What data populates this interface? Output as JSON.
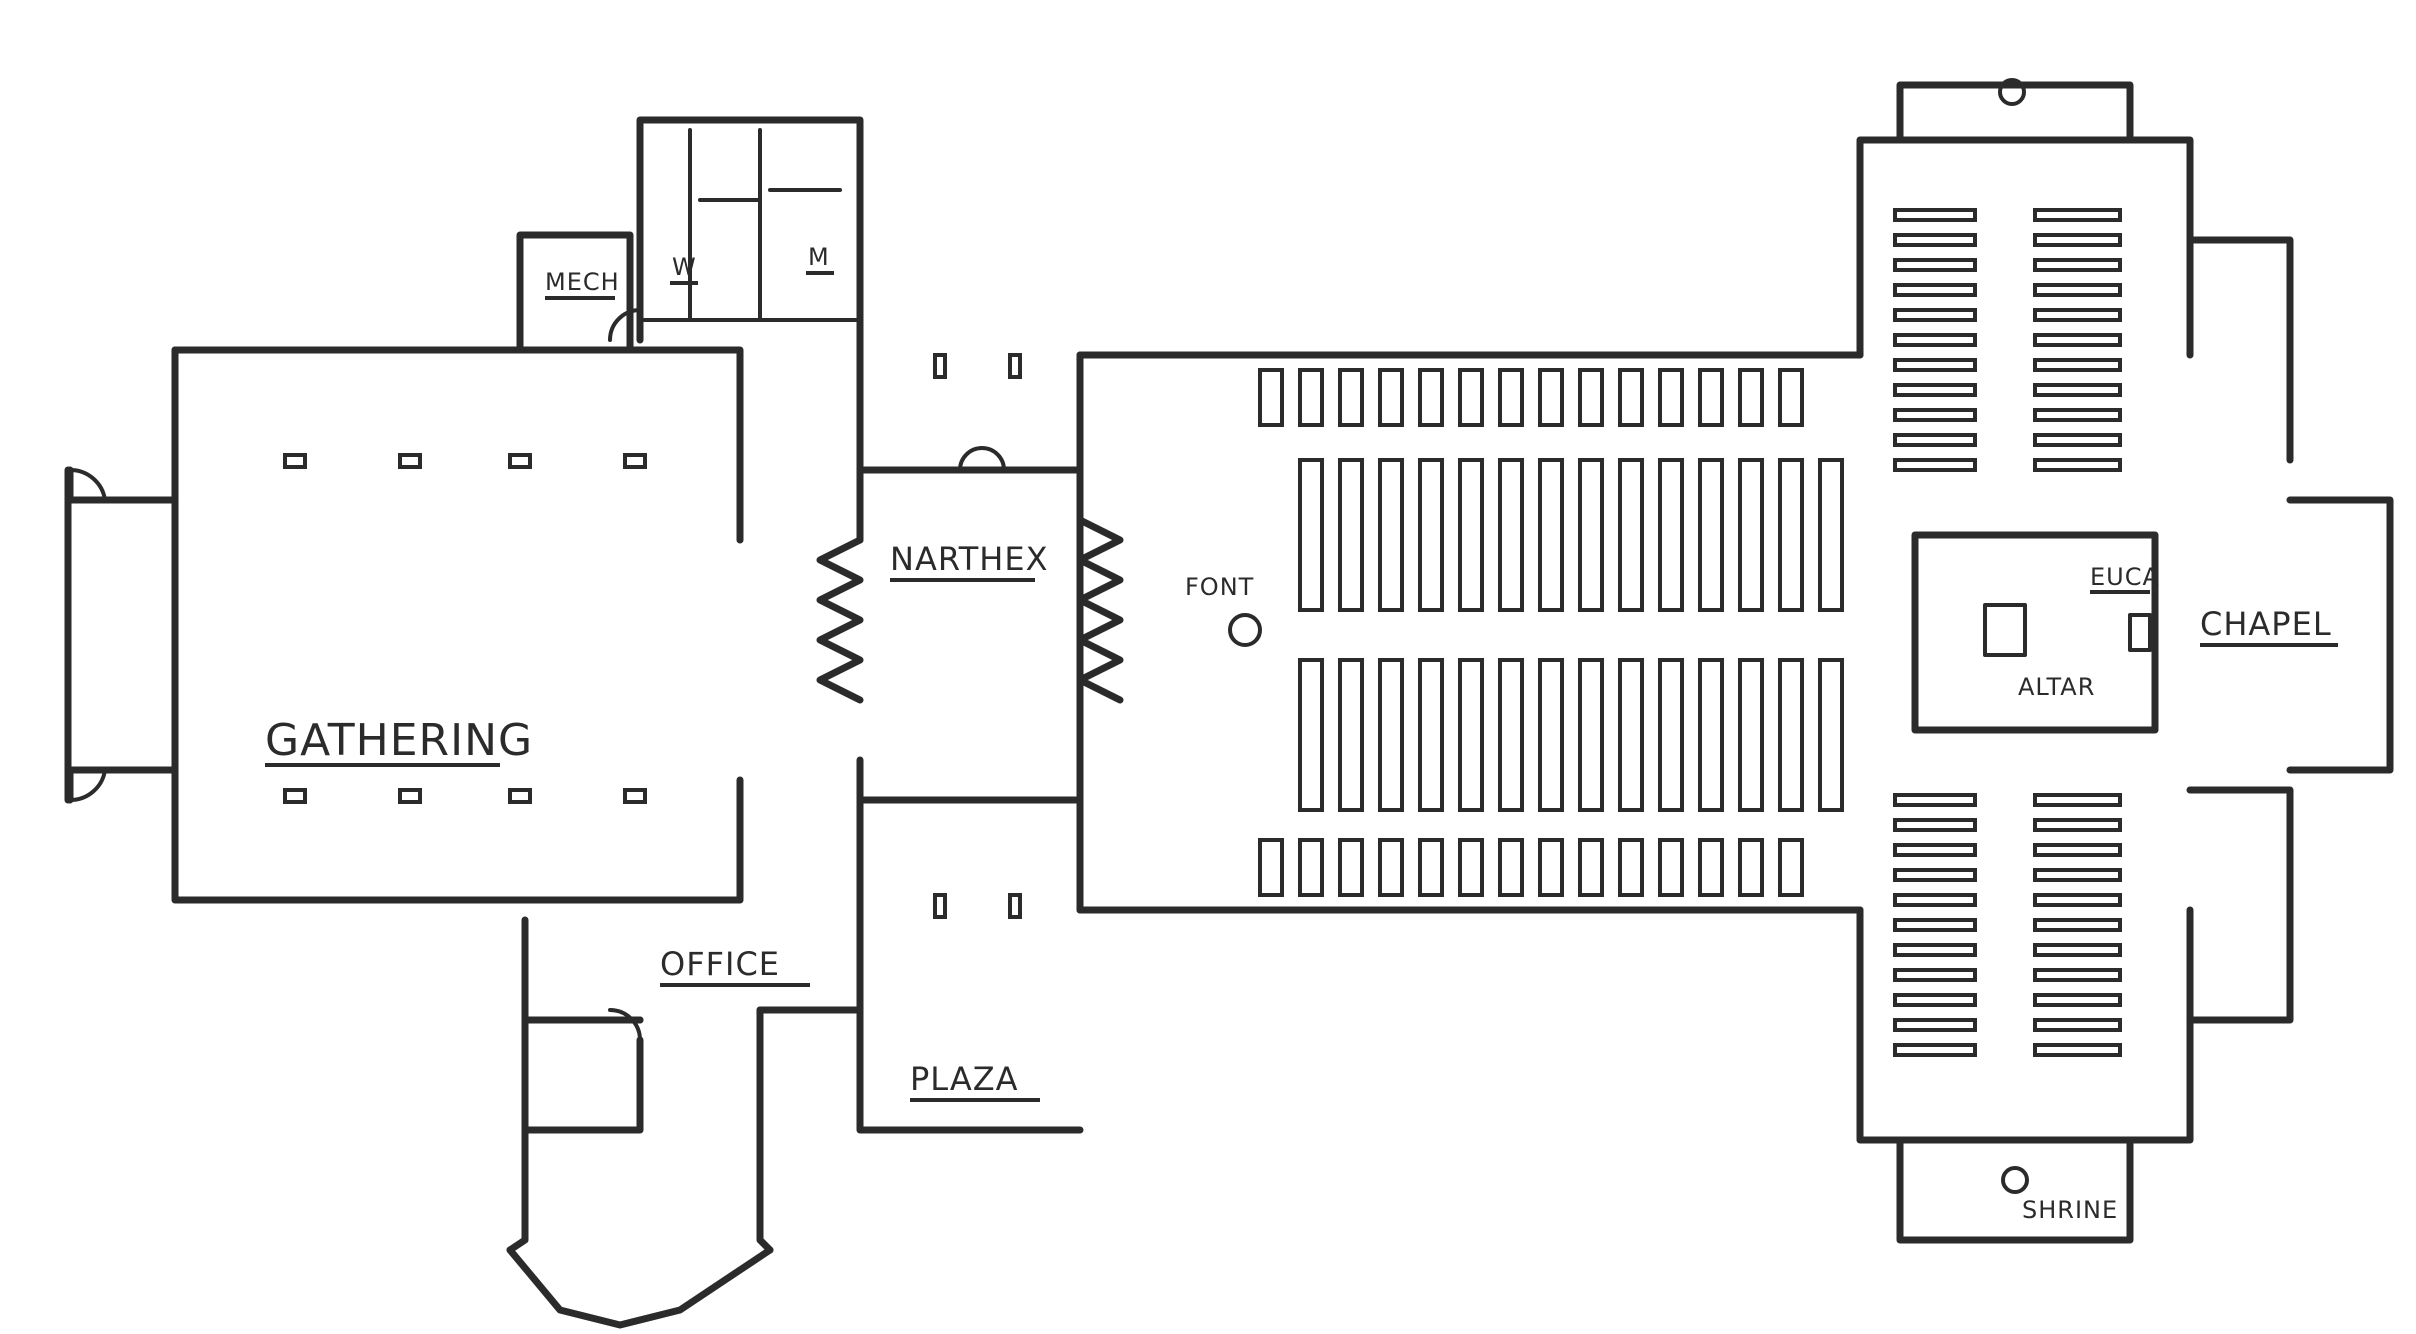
{
  "plan": {
    "rooms": {
      "gathering": "GATHERING",
      "narthex": "NARTHEX",
      "office": "OFFICE",
      "plaza": "PLAZA",
      "mech": "MECH",
      "womens_restroom": "W",
      "mens_restroom": "M",
      "chapel": "CHAPEL"
    },
    "fixtures": {
      "font": "FONT",
      "altar": "ALTAR",
      "euca": "EUCA",
      "shrine": "SHRINE"
    }
  },
  "colors": {
    "ink": "#2b2b2b",
    "paper": "#ffffff"
  }
}
